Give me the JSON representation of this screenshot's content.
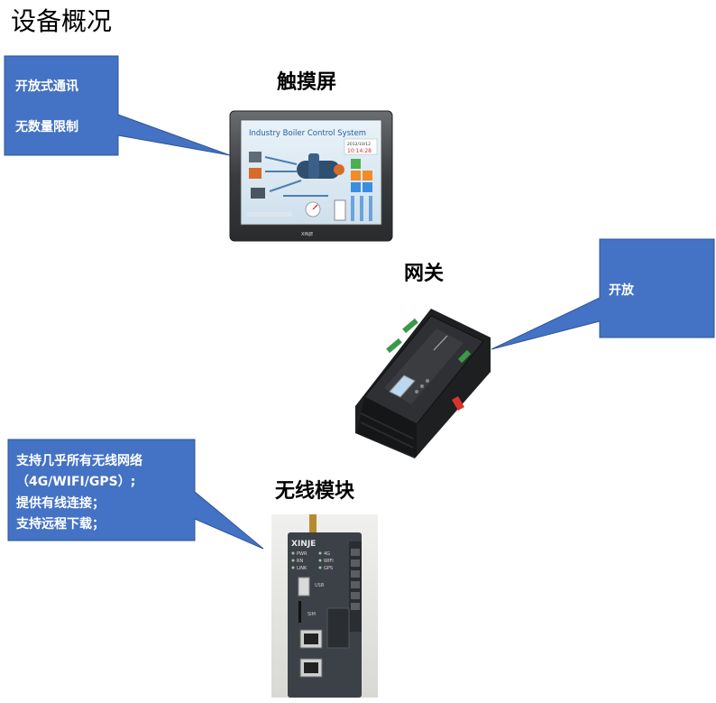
{
  "page": {
    "title": "设备概况"
  },
  "colors": {
    "callout": "#4472C4",
    "callout_border": "#2F5597"
  },
  "devices": {
    "hmi": {
      "title": "触摸屏",
      "screen_title": "Industry Boiler Control System",
      "screen_date": "2012/10/12",
      "screen_time": "10:14:28",
      "brand": "XINJE"
    },
    "gateway": {
      "title": "网关"
    },
    "wireless": {
      "title": "无线模块",
      "brand": "XINJE",
      "leds_left": [
        "PWR",
        "RN",
        "LINK"
      ],
      "leds_right": [
        "4G",
        "WIFI",
        "GPS"
      ],
      "usb_label": "USB",
      "sim_label": "SIM"
    }
  },
  "callouts": {
    "hmi": {
      "line1": "开放式通讯",
      "line2": "无数量限制"
    },
    "gateway": {
      "line1": "开放"
    },
    "wireless": {
      "line1": "支持几乎所有无线网络",
      "line2": "（4G/WIFI/GPS）;",
      "line3": "提供有线连接；",
      "line4": "支持远程下载；"
    }
  }
}
